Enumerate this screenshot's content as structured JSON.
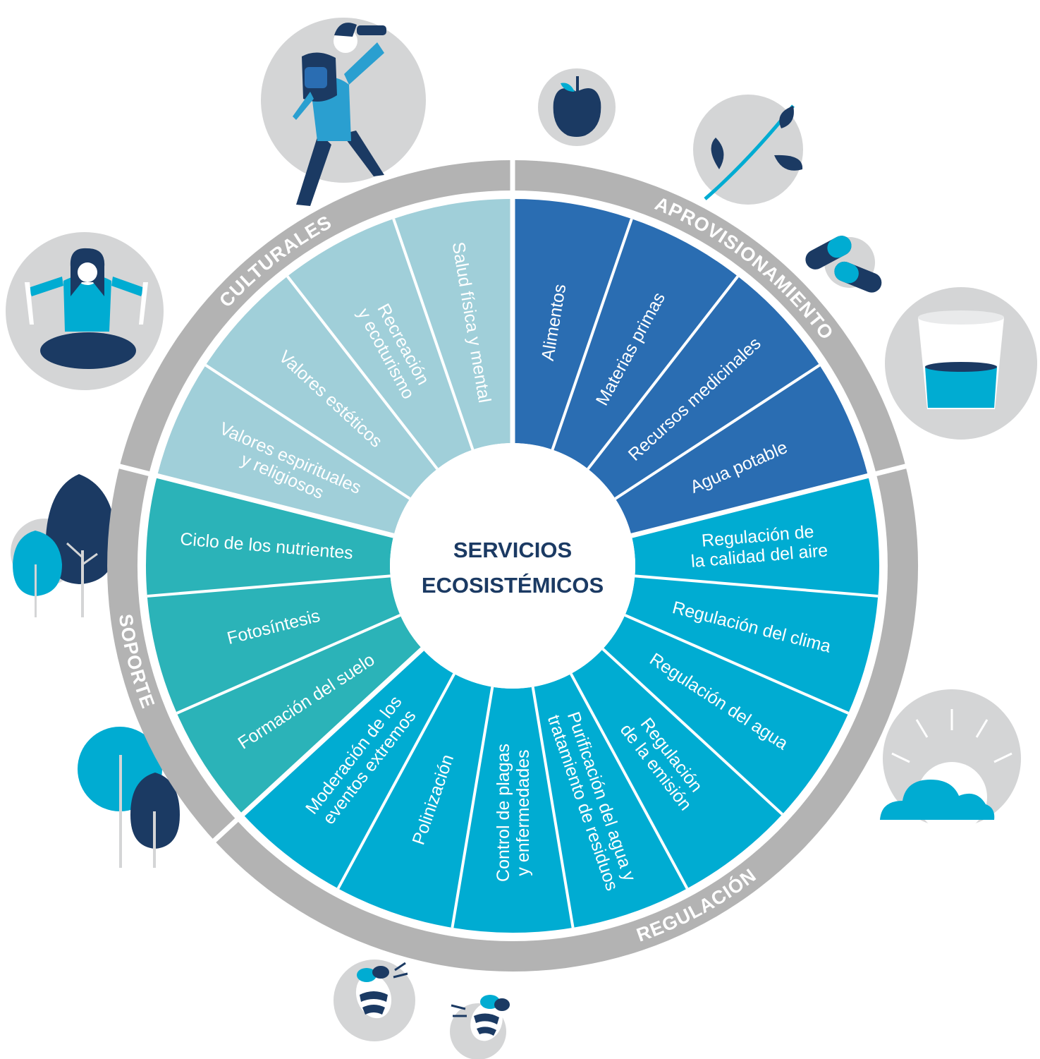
{
  "center": {
    "title_line1": "SERVICIOS",
    "title_line2": "ECOSISTÉMICOS"
  },
  "categories": [
    {
      "name": "APROVISIONAMIENTO",
      "color": "#2a6db2",
      "icons": [
        "apple-icon",
        "plant-sprig-icon",
        "medicine-capsules-icon",
        "water-glass-icon"
      ]
    },
    {
      "name": "REGULACIÓN",
      "color": "#00acd2",
      "icons": [
        "sun-cloud-icon",
        "bee-icon"
      ]
    },
    {
      "name": "SOPORTE",
      "color": "#2bb3b8",
      "icons": [
        "tree-icon"
      ]
    },
    {
      "name": "CULTURALES",
      "color": "#a0cfd9",
      "icons": [
        "hiker-icon",
        "meditating-woman-icon"
      ]
    }
  ],
  "segments": [
    {
      "category": 0,
      "lines": [
        "Alimentos"
      ]
    },
    {
      "category": 0,
      "lines": [
        "Materias primas"
      ]
    },
    {
      "category": 0,
      "lines": [
        "Recursos medicinales"
      ]
    },
    {
      "category": 0,
      "lines": [
        "Agua potable"
      ]
    },
    {
      "category": 1,
      "lines": [
        "Regulación de",
        "la calidad del aire"
      ]
    },
    {
      "category": 1,
      "lines": [
        "Regulación del clima"
      ]
    },
    {
      "category": 1,
      "lines": [
        "Regulación del agua"
      ]
    },
    {
      "category": 1,
      "lines": [
        "Regulación",
        "de la emisión"
      ]
    },
    {
      "category": 1,
      "lines": [
        "Purificación del agua y",
        "tratamiento de residuos"
      ]
    },
    {
      "category": 1,
      "lines": [
        "Control de plagas",
        "y enfermedades"
      ]
    },
    {
      "category": 1,
      "lines": [
        "Polinización"
      ]
    },
    {
      "category": 1,
      "lines": [
        "Moderación de los",
        "eventos extremos"
      ]
    },
    {
      "category": 2,
      "lines": [
        "Formación del suelo"
      ]
    },
    {
      "category": 2,
      "lines": [
        "Fotosíntesis"
      ]
    },
    {
      "category": 2,
      "lines": [
        "Ciclo de los nutrientes"
      ]
    },
    {
      "category": 3,
      "lines": [
        "Valores espirituales",
        "y religiosos"
      ]
    },
    {
      "category": 3,
      "lines": [
        "Valores estéticos"
      ]
    },
    {
      "category": 3,
      "lines": [
        "Recreación",
        "y ecoturismo"
      ]
    },
    {
      "category": 3,
      "lines": [
        "Salud física y mental"
      ]
    }
  ],
  "colors": {
    "ring": "#b3b3b3",
    "navy": "#1b3a63",
    "cyan": "#00acd2",
    "grey_circle": "#d4d5d6"
  }
}
